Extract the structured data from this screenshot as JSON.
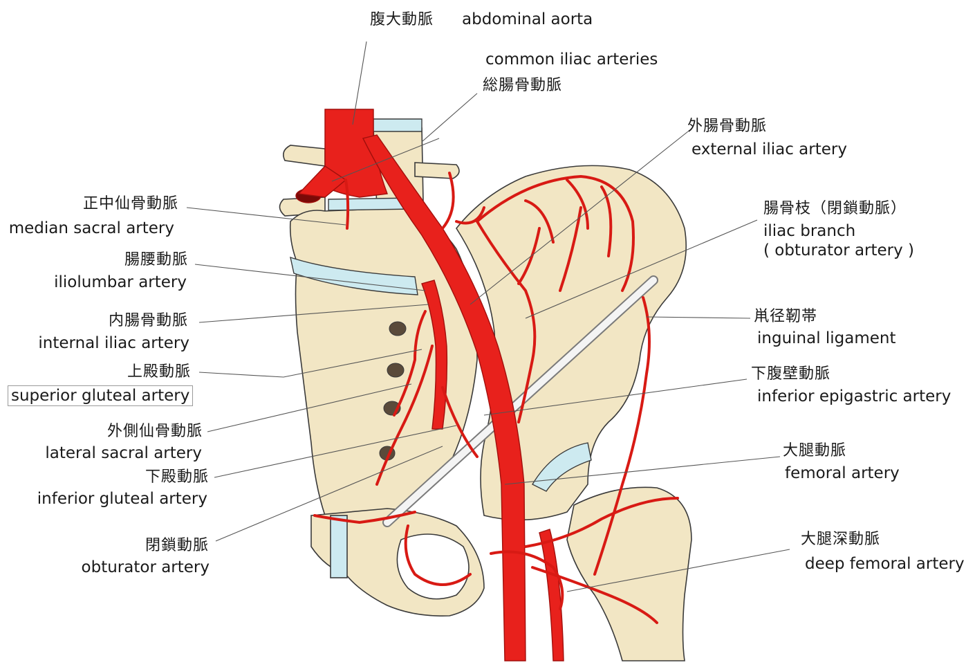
{
  "colors": {
    "bone": "#f2e6c4",
    "bone_outline": "#3a3a3a",
    "disc": "#cdeaf0",
    "artery": "#e8211c",
    "artery_dark": "#a10f0c",
    "ligament": "#f4f4f4",
    "leader": "#555555"
  },
  "labels": {
    "abdominal_aorta": {
      "jp": "腹大動脈",
      "en": "abdominal aorta"
    },
    "common_iliac": {
      "jp": "総腸骨動脈",
      "en": "common iliac arteries"
    },
    "external_iliac": {
      "jp": "外腸骨動脈",
      "en": "external iliac artery"
    },
    "iliac_branch": {
      "jp": "腸骨枝（閉鎖動脈）",
      "en1": "iliac branch",
      "en2": "( obturator artery )"
    },
    "inguinal_ligament": {
      "jp": "鼡径靭帯",
      "en": "inguinal ligament"
    },
    "inferior_epigastric": {
      "jp": "下腹壁動脈",
      "en": "inferior epigastric artery"
    },
    "femoral": {
      "jp": "大腿動脈",
      "en": "femoral artery"
    },
    "deep_femoral": {
      "jp": "大腿深動脈",
      "en": "deep femoral artery"
    },
    "median_sacral": {
      "jp": "正中仙骨動脈",
      "en": "median sacral artery"
    },
    "iliolumbar": {
      "jp": "腸腰動脈",
      "en": "iliolumbar artery"
    },
    "internal_iliac": {
      "jp": "内腸骨動脈",
      "en": "internal iliac artery"
    },
    "superior_gluteal": {
      "jp": "上殿動脈",
      "en": "superior gluteal artery"
    },
    "lateral_sacral": {
      "jp": "外側仙骨動脈",
      "en": "lateral sacral artery"
    },
    "inferior_gluteal": {
      "jp": "下殿動脈",
      "en": "inferior gluteal artery"
    },
    "obturator": {
      "jp": "閉鎖動脈",
      "en": "obturator artery"
    }
  }
}
